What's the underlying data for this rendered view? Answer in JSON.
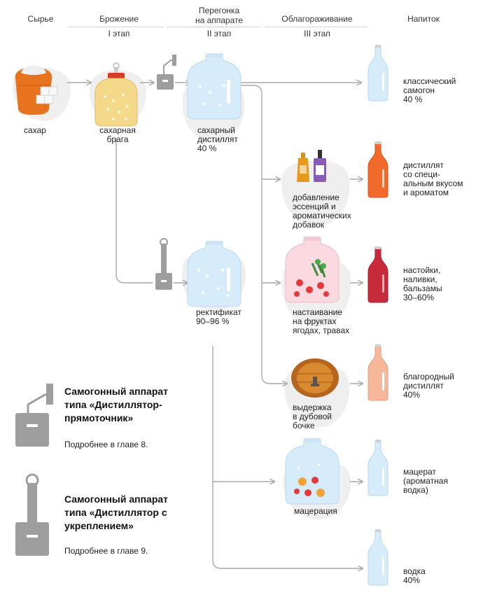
{
  "header": {
    "col_raw": "Сырье",
    "col_ferment": "Брожение",
    "col_ferment_stage": "I этап",
    "col_distill": "Перегонка\nна аппарате",
    "col_distill_stage": "II этап",
    "col_refine": "Облагораживание",
    "col_refine_stage": "III этап",
    "col_drink": "Напиток"
  },
  "nodes": {
    "sugar": "сахар",
    "wash": "сахарная\nбрага",
    "sugar_distillate": "сахарный\nдистиллят\n40 %",
    "rectified": "ректификат\n90–96 %",
    "essences": "добавление\nэссенций и\nароматических\nдобавок",
    "infusion": "настаивание\nна фруктах\nягодах, травах",
    "aging": "выдержка\nв дубовой\nбочке",
    "maceration": "мацерация"
  },
  "drinks": {
    "classic": "классический\nсамогон\n40 %",
    "flavored": "дистиллят\nсо специ-\nальным вкусом\nи ароматом",
    "liqueurs": "настойки,\nналивки,\nбальзамы\n30–60%",
    "noble": "благородный\nдистиллят\n40%",
    "macerate": "мацерат\n(ароматная\nводка)",
    "vodka": "водка\n40%"
  },
  "legend": {
    "direct_title": "Самогонный аппарат\nтипа «Дистиллятор-\nпрямоточник»",
    "direct_note": "Подробнее в главе 8.",
    "reflux_title": "Самогонный аппарат\nтипа «Дистиллятор с\nукреплением»",
    "reflux_note": "Подробнее в главе 9."
  },
  "colors": {
    "arrow": "#a9a9a9",
    "blob": "#efefef",
    "sugar_bag": "#e8731f",
    "wash": "#f4d98a",
    "water": "#d6ecfa",
    "orange_drink": "#f26a2b",
    "red_drink": "#c72a3b",
    "peach_drink": "#f6b79a",
    "apparatus": "#9e9e9e",
    "barrel": "#b5651d"
  }
}
